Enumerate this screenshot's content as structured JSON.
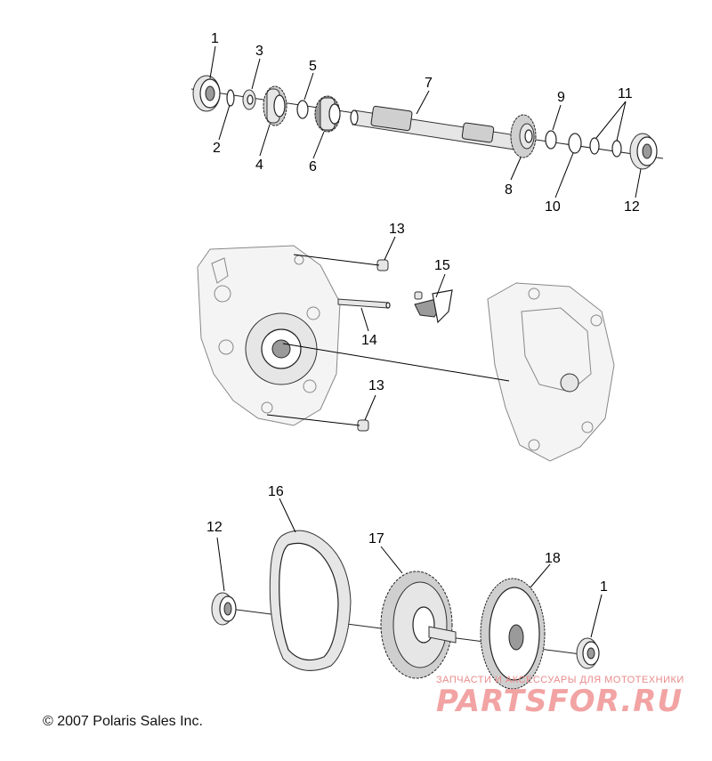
{
  "diagram": {
    "callouts": {
      "c1a": "1",
      "c2": "2",
      "c3": "3",
      "c4": "4",
      "c5": "5",
      "c6": "6",
      "c7": "7",
      "c8": "8",
      "c9": "9",
      "c10": "10",
      "c11": "11",
      "c12a": "12",
      "c13a": "13",
      "c13b": "13",
      "c14": "14",
      "c15": "15",
      "c16": "16",
      "c17": "17",
      "c18": "18",
      "c12b": "12",
      "c1b": "1"
    }
  },
  "footer": {
    "copyright": "© 2007 Polaris Sales Inc."
  },
  "watermark": {
    "tagline": "ЗАПЧАСТИ И АКСЕССУАРЫ ДЛЯ МОТОТЕХНИКИ",
    "logo": "PARTSFOR.RU"
  }
}
